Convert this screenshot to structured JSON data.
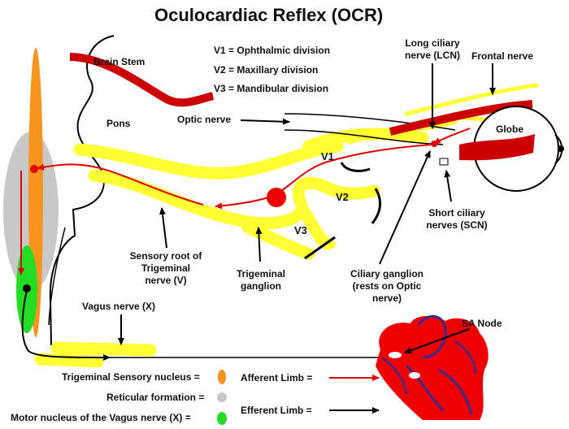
{
  "title": "Oculocardiac Reflex (OCR)",
  "divisions": {
    "v1": "V1 = Ophthalmic division",
    "v2": "V2 = Maxillary division",
    "v3": "V3 = Mandibular division"
  },
  "labels": {
    "brain_stem": "Brain Stem",
    "pons": "Pons",
    "optic_nerve": "Optic nerve",
    "long_ciliary_1": "Long ciliary",
    "long_ciliary_2": "nerve (LCN)",
    "frontal_nerve": "Frontal nerve",
    "globe": "Globe",
    "v1_tag": "V1",
    "v2_tag": "V2",
    "v3_tag": "V3",
    "short_ciliary_1": "Short ciliary",
    "short_ciliary_2": "nerves (SCN)",
    "sensory_root_1": "Sensory root of",
    "sensory_root_2": "Trigeminal",
    "sensory_root_3": "nerve (V)",
    "trigeminal_ganglion_1": "Trigeminal",
    "trigeminal_ganglion_2": "ganglion",
    "ciliary_ganglion_1": "Ciliary ganglion",
    "ciliary_ganglion_2": "(rests on Optic",
    "ciliary_ganglion_3": "nerve)",
    "vagus_nerve": "Vagus nerve (X)",
    "sa_node": "SA Node"
  },
  "legend": {
    "trigeminal_sensory_nucleus": "Trigeminal Sensory nucleus =",
    "reticular_formation": "Reticular formation =",
    "motor_nucleus_vagus": "Motor nucleus of the Vagus  nerve (X) =",
    "afferent_limb": "Afferent Limb =",
    "efferent_limb": "Efferent Limb ="
  },
  "colors": {
    "nerve_yellow": "#ffff33",
    "afferent_red": "#e00000",
    "brain_stem_red": "#cc0000",
    "nucleus_orange": "#f7941d",
    "reticular_gray": "#c8c8c8",
    "vagus_green": "#22dd22",
    "heart_red": "#ee0000",
    "heart_vessel": "#3a2a8a"
  }
}
